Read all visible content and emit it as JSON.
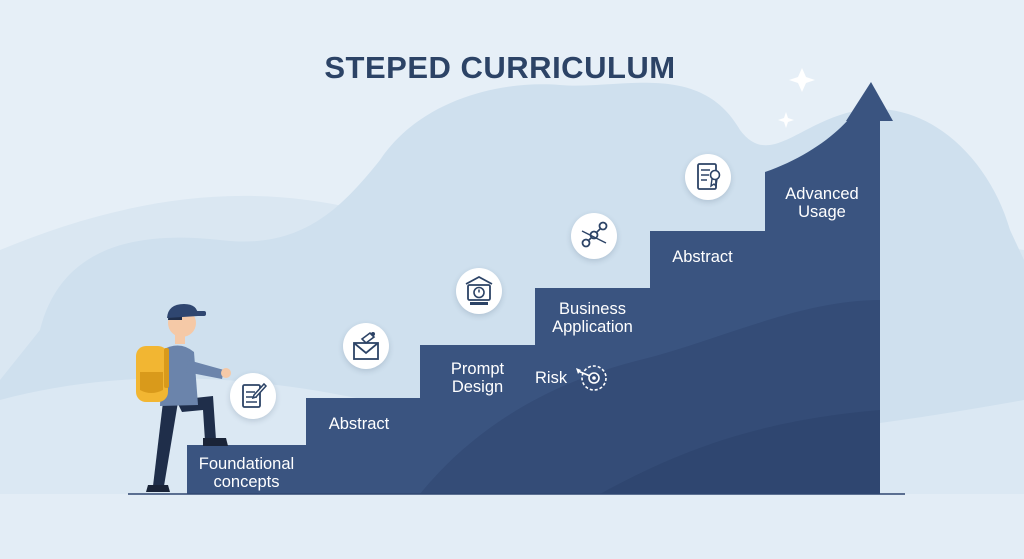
{
  "title": "STEPED CURRICULUM",
  "colors": {
    "background": "#e6eff7",
    "mountain": "#cfe0ee",
    "stairs": "#3a5480",
    "stairs_dark": "#2f4670",
    "title": "#2c4366",
    "backpack": "#f2b632"
  },
  "steps": [
    {
      "label_lines": [
        "Foundational",
        "concepts"
      ],
      "icon": "checklist-icon"
    },
    {
      "label_lines": [
        "Abstract"
      ],
      "icon": "envelope-icon"
    },
    {
      "label_lines": [
        "Prompt",
        "Design"
      ],
      "icon": "timer-device-icon"
    },
    {
      "label_lines": [
        "Business",
        "Application"
      ],
      "icon": "network-nodes-icon"
    },
    {
      "label_lines": [
        "Abstract"
      ],
      "icon": "certificate-document-icon"
    },
    {
      "label_lines": [
        "Advanced",
        "Usage"
      ],
      "icon": "up-arrow-icon"
    }
  ],
  "risk": {
    "label": "Risk",
    "icon": "target-icon"
  }
}
